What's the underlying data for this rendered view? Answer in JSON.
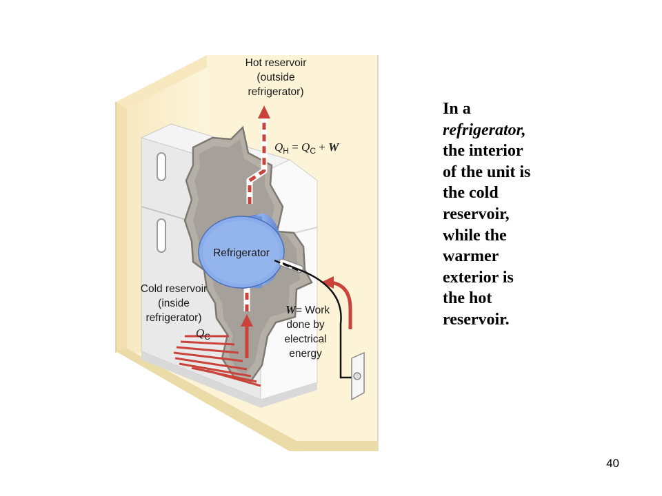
{
  "diagram": {
    "labels": {
      "hot_line1": "Hot reservoir",
      "hot_line2": "(outside",
      "hot_line3": "refrigerator)",
      "cold_line1": "Cold reservoir",
      "cold_line2": "(inside",
      "cold_line3": "refrigerator)",
      "unit": "Refrigerator",
      "work_rest": "= Work",
      "work_line2": "done by",
      "work_line3": "electrical",
      "work_line4": "energy"
    },
    "equation": {
      "qh": "Q",
      "h_sub": "H",
      "equals": " = ",
      "qc": "Q",
      "c_sub": "C",
      "plus": " + ",
      "w": "W"
    },
    "qc_label": {
      "q": "Q",
      "sub": "C"
    },
    "work_symbol": "W",
    "colors": {
      "arrow": "#c9433a",
      "cylinder": "#7a9fe0",
      "room_wall": "#fcefc8",
      "cabinet": "#f2f2f2",
      "cutaway": "#a8a49c"
    }
  },
  "caption": {
    "line1": "In a",
    "line2": "refrigerator,",
    "line3": "the interior",
    "line4": "of the unit is",
    "line5": "the cold",
    "line6": "reservoir,",
    "line7": "while the",
    "line8": "warmer",
    "line9": "exterior is",
    "line10": "the hot",
    "line11": "reservoir."
  },
  "page_number": "40"
}
